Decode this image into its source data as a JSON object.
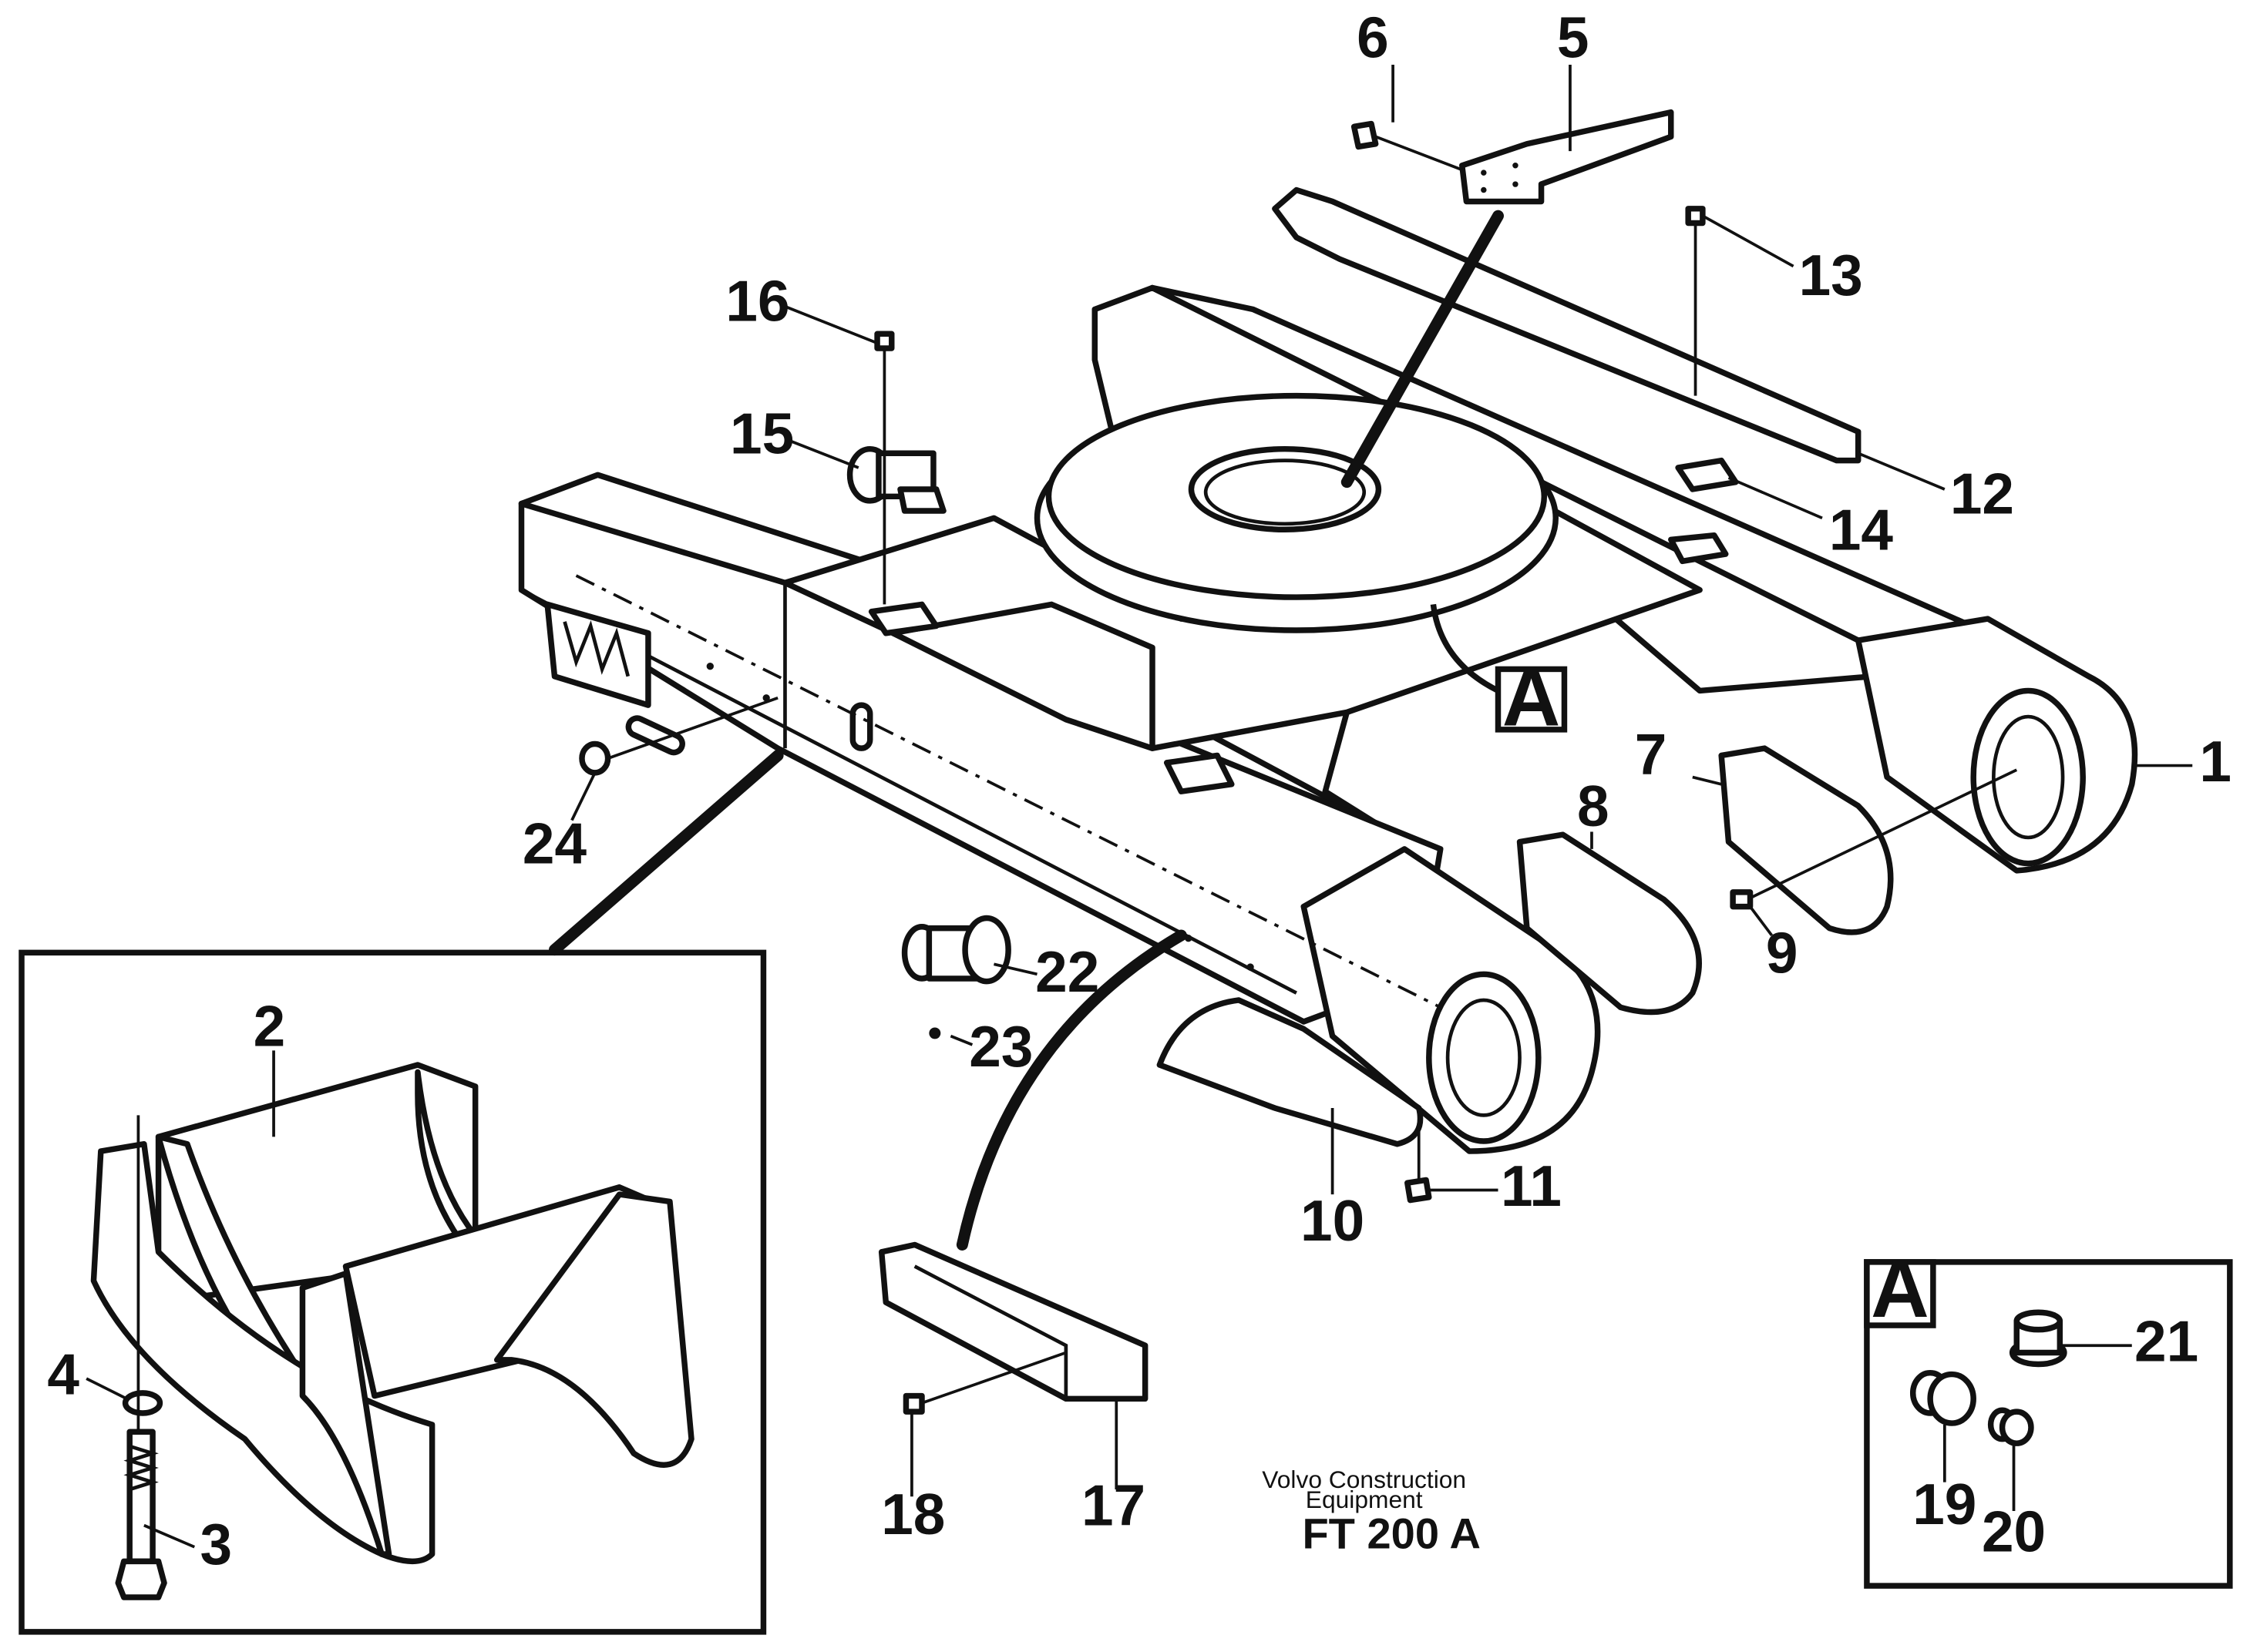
{
  "diagram": {
    "parts": [
      {
        "id": "1",
        "label": "1"
      },
      {
        "id": "2",
        "label": "2"
      },
      {
        "id": "3",
        "label": "3"
      },
      {
        "id": "4",
        "label": "4"
      },
      {
        "id": "5",
        "label": "5"
      },
      {
        "id": "6",
        "label": "6"
      },
      {
        "id": "7",
        "label": "7"
      },
      {
        "id": "8",
        "label": "8"
      },
      {
        "id": "9",
        "label": "9"
      },
      {
        "id": "10",
        "label": "10"
      },
      {
        "id": "11",
        "label": "11"
      },
      {
        "id": "12",
        "label": "12"
      },
      {
        "id": "13",
        "label": "13"
      },
      {
        "id": "14",
        "label": "14"
      },
      {
        "id": "15",
        "label": "15"
      },
      {
        "id": "16",
        "label": "16"
      },
      {
        "id": "17",
        "label": "17"
      },
      {
        "id": "18",
        "label": "18"
      },
      {
        "id": "19",
        "label": "19"
      },
      {
        "id": "20",
        "label": "20"
      },
      {
        "id": "21",
        "label": "21"
      },
      {
        "id": "22",
        "label": "22"
      },
      {
        "id": "23",
        "label": "23"
      },
      {
        "id": "24",
        "label": "24"
      }
    ],
    "detail_callout": "A",
    "inset_detail_label": "A",
    "credit_line1": "Volvo Construction",
    "credit_line2": "Equipment",
    "drawing_code": "FT 200 A"
  }
}
